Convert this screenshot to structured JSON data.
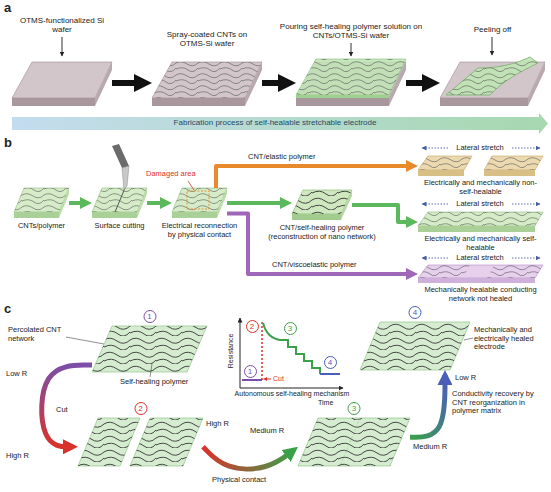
{
  "diagram": {
    "nodes": [
      {
        "text": [
          "OTMS-functionalized Si wafer"
        ]
      },
      {
        "text": [
          "Spray-coated CNTs on OTMS-Si wafer"
        ]
      },
      {
        "text": [
          "Pouring self-healing polymer solution on CNTs/OTMS-Si wafer"
        ]
      },
      {
        "text": [
          "Peeling off"
        ]
      },
      {
        "text": [
          "CNTs/polymer"
        ]
      },
      {
        "text": [
          "Surface cutting"
        ]
      },
      {
        "text": [
          "Electrical reconnection by physical contact"
        ]
      },
      {
        "text": [
          "Electrically and mechanically non-self-healable"
        ]
      },
      {
        "text": [
          "CNT/self-healing polymer (reconstruction of nano network)"
        ]
      },
      {
        "text": [
          "Electrically and mechanically self-healable"
        ]
      },
      {
        "text": [
          "Mechanically healable conducting network not healed"
        ]
      },
      {
        "text": [
          "1"
        ]
      },
      {
        "text": [
          "2"
        ]
      },
      {
        "text": [
          "3"
        ]
      },
      {
        "text": [
          "4"
        ]
      }
    ],
    "edges": [
      {
        "from": 0,
        "to": 1,
        "arrow": "to"
      },
      {
        "from": 1,
        "to": 2,
        "arrow": "to"
      },
      {
        "from": 2,
        "to": 3,
        "arrow": "to"
      },
      {
        "from": 4,
        "to": 5,
        "arrow": "to"
      },
      {
        "from": 5,
        "to": 6,
        "arrow": "to"
      },
      {
        "from": 6,
        "to": 7,
        "label": "CNT/elastic polymer",
        "arrow": "to"
      },
      {
        "from": 6,
        "to": 8,
        "arrow": "to"
      },
      {
        "from": 8,
        "to": 9,
        "arrow": "to"
      },
      {
        "from": 6,
        "to": 10,
        "label": "CNT/viscoelastic polymer",
        "arrow": "to"
      },
      {
        "from": 11,
        "to": 12,
        "label": "Cut",
        "arrow": "to"
      },
      {
        "from": 12,
        "to": 13,
        "label": "Physical contact",
        "arrow": "to"
      },
      {
        "from": 13,
        "to": 14,
        "label": "Conductivity recovery by CNT reorganization in polymer matrix",
        "arrow": "to"
      }
    ],
    "labels": [
      "a",
      "Fabrication process of self-healable stretchable electrode",
      "b",
      "Damaged area",
      "Lateral stretch",
      "Lateral stretch",
      "Lateral stretch",
      "c",
      "Percolated CNT network",
      "Self-healing polymer",
      "Low R",
      "High R",
      "High R",
      "Medium R",
      "Medium R",
      "Low R",
      "Mechanically and electrically healed electrode",
      "Resistance",
      "Time",
      "Autonomous self-healing mechanism",
      "Cut",
      "1",
      "2",
      "3",
      "4"
    ]
  }
}
